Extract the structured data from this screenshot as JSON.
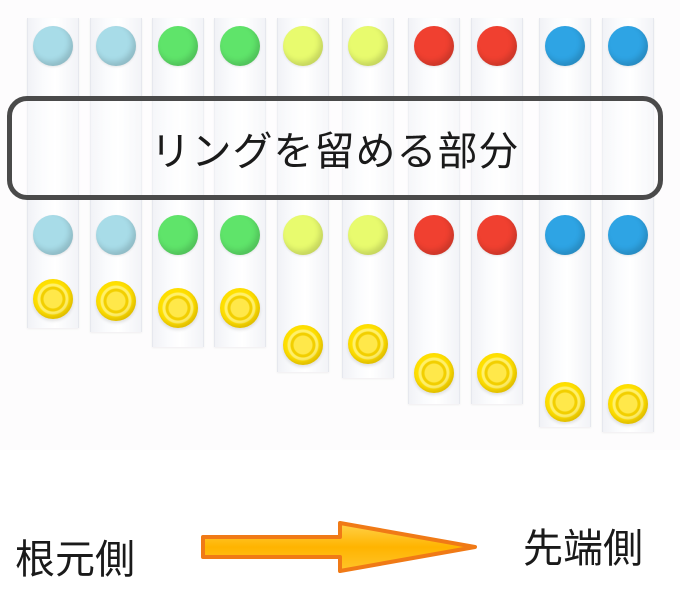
{
  "callout": {
    "label": "リングを留める部分"
  },
  "direction": {
    "start_label": "根元側",
    "end_label": "先端側"
  },
  "colors": {
    "light_blue": "#a8dce8",
    "green": "#5fe46a",
    "yellow_green": "#e8fb6e",
    "red": "#f04030",
    "blue": "#2ea4e4",
    "snap_yellow": "#ffe400",
    "arrow_fill": "#ffb400",
    "arrow_stroke": "#f07a16"
  },
  "icons": {
    "snap": "yellow-snap-button-icon",
    "arrow": "right-arrow-icon"
  }
}
